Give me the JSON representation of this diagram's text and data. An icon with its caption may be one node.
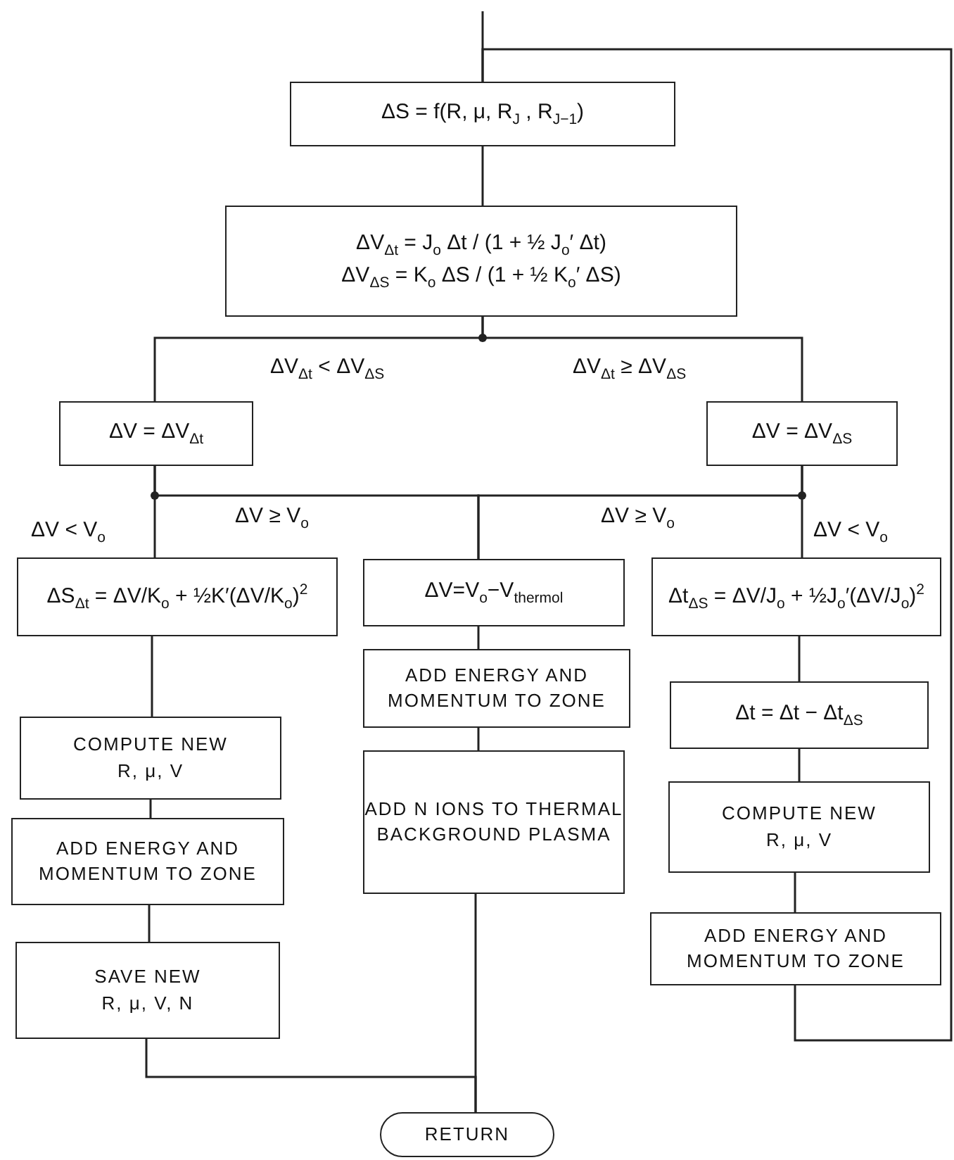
{
  "diagram": {
    "nodes": [
      {
        "text": [
          "ΔS = f(R, μ, R$_{J}$ , R$_{J−1}$)"
        ]
      },
      {
        "text": [
          "ΔV$_{Δt}$ = J$_{o}$ Δt / (1 + ½ J$_{o}$′ Δt)",
          "ΔV$_{ΔS}$ = K$_{o}$ ΔS / (1 + ½ K$_{o}$′ ΔS)"
        ]
      },
      {
        "text": [
          "ΔV = ΔV$_{Δt}$"
        ]
      },
      {
        "text": [
          "ΔV = ΔV$_{ΔS}$"
        ]
      },
      {
        "text": [
          "ΔS$_{Δt}$ = ΔV/K$_{o}$ + ½K′(ΔV/K$_{o}$)$^{2}$"
        ]
      },
      {
        "text": [
          "ΔV=V$_{o}$−V$_{thermol}$"
        ]
      },
      {
        "text": [
          "Δt$_{ΔS}$ = ΔV/J$_{o}$ + ½J$_{o}$′(ΔV/J$_{o}$)$^{2}$"
        ]
      },
      {
        "text": [
          "COMPUTE NEW",
          "R, μ, V"
        ]
      },
      {
        "text": [
          "ADD ENERGY AND MOMENTUM TO ZONE"
        ]
      },
      {
        "text": [
          "SAVE NEW",
          "R, μ, V, N"
        ]
      },
      {
        "text": [
          "ADD ENERGY AND MOMENTUM TO ZONE"
        ]
      },
      {
        "text": [
          "ADD N IONS TO THERMAL BACKGROUND PLASMA"
        ]
      },
      {
        "text": [
          "Δt = Δt − Δt$_{ΔS}$"
        ]
      },
      {
        "text": [
          "COMPUTE NEW",
          "R, μ, V"
        ]
      },
      {
        "text": [
          "ADD ENERGY AND MOMENTUM TO ZONE"
        ]
      },
      {
        "text": [
          "RETURN"
        ]
      }
    ],
    "edges": [
      {
        "from": null,
        "to": 0,
        "arrow": "none"
      },
      {
        "from": 14,
        "to": 0,
        "arrow": "none"
      },
      {
        "from": 0,
        "to": 1,
        "arrow": "none"
      },
      {
        "from": 1,
        "to": 2,
        "arrow": "none",
        "label": "ΔV$_{Δt}$ < ΔV$_{ΔS}$"
      },
      {
        "from": 1,
        "to": 3,
        "arrow": "none",
        "label": "ΔV$_{Δt}$ ≥ ΔV$_{ΔS}$"
      },
      {
        "from": 2,
        "to": 4,
        "arrow": "none",
        "label": "ΔV < V$_{o}$"
      },
      {
        "from": 2,
        "to": 5,
        "arrow": "none",
        "label": "ΔV ≥ V$_{o}$"
      },
      {
        "from": 3,
        "to": 5,
        "arrow": "none",
        "label": "ΔV ≥ V$_{o}$"
      },
      {
        "from": 3,
        "to": 6,
        "arrow": "none",
        "label": "ΔV < V$_{o}$"
      },
      {
        "from": 4,
        "to": 7,
        "arrow": "none"
      },
      {
        "from": 7,
        "to": 8,
        "arrow": "none"
      },
      {
        "from": 8,
        "to": 9,
        "arrow": "none"
      },
      {
        "from": 9,
        "to": 15,
        "arrow": "none"
      },
      {
        "from": 5,
        "to": 10,
        "arrow": "none"
      },
      {
        "from": 10,
        "to": 11,
        "arrow": "none"
      },
      {
        "from": 11,
        "to": 15,
        "arrow": "none"
      },
      {
        "from": 6,
        "to": 12,
        "arrow": "none"
      },
      {
        "from": 12,
        "to": 13,
        "arrow": "none"
      },
      {
        "from": 13,
        "to": 14,
        "arrow": "none"
      }
    ]
  }
}
